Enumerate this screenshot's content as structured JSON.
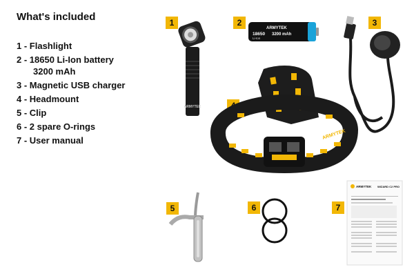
{
  "title": "What's included",
  "items": [
    {
      "label": "1 - Flashlight"
    },
    {
      "label": "2 - 18650 Li-Ion battery",
      "continuation": "3200 mAh"
    },
    {
      "label": "3 - Magnetic USB charger"
    },
    {
      "label": "4 - Headmount"
    },
    {
      "label": "5 - Clip"
    },
    {
      "label": "6 - 2 spare O-rings"
    },
    {
      "label": "7 - User manual"
    }
  ],
  "badges": [
    "1",
    "2",
    "3",
    "4",
    "5",
    "6",
    "7"
  ],
  "product": {
    "brand": "ARMYTEK",
    "battery_type": "18650",
    "battery_chem": "Li-Ion",
    "battery_capacity": "3200 mAh",
    "manual_header": "WIZARD C2 PRO"
  },
  "colors": {
    "accent": "#f2b705",
    "body": "#1b1b1b",
    "battery_blue": "#1aa3d9"
  }
}
